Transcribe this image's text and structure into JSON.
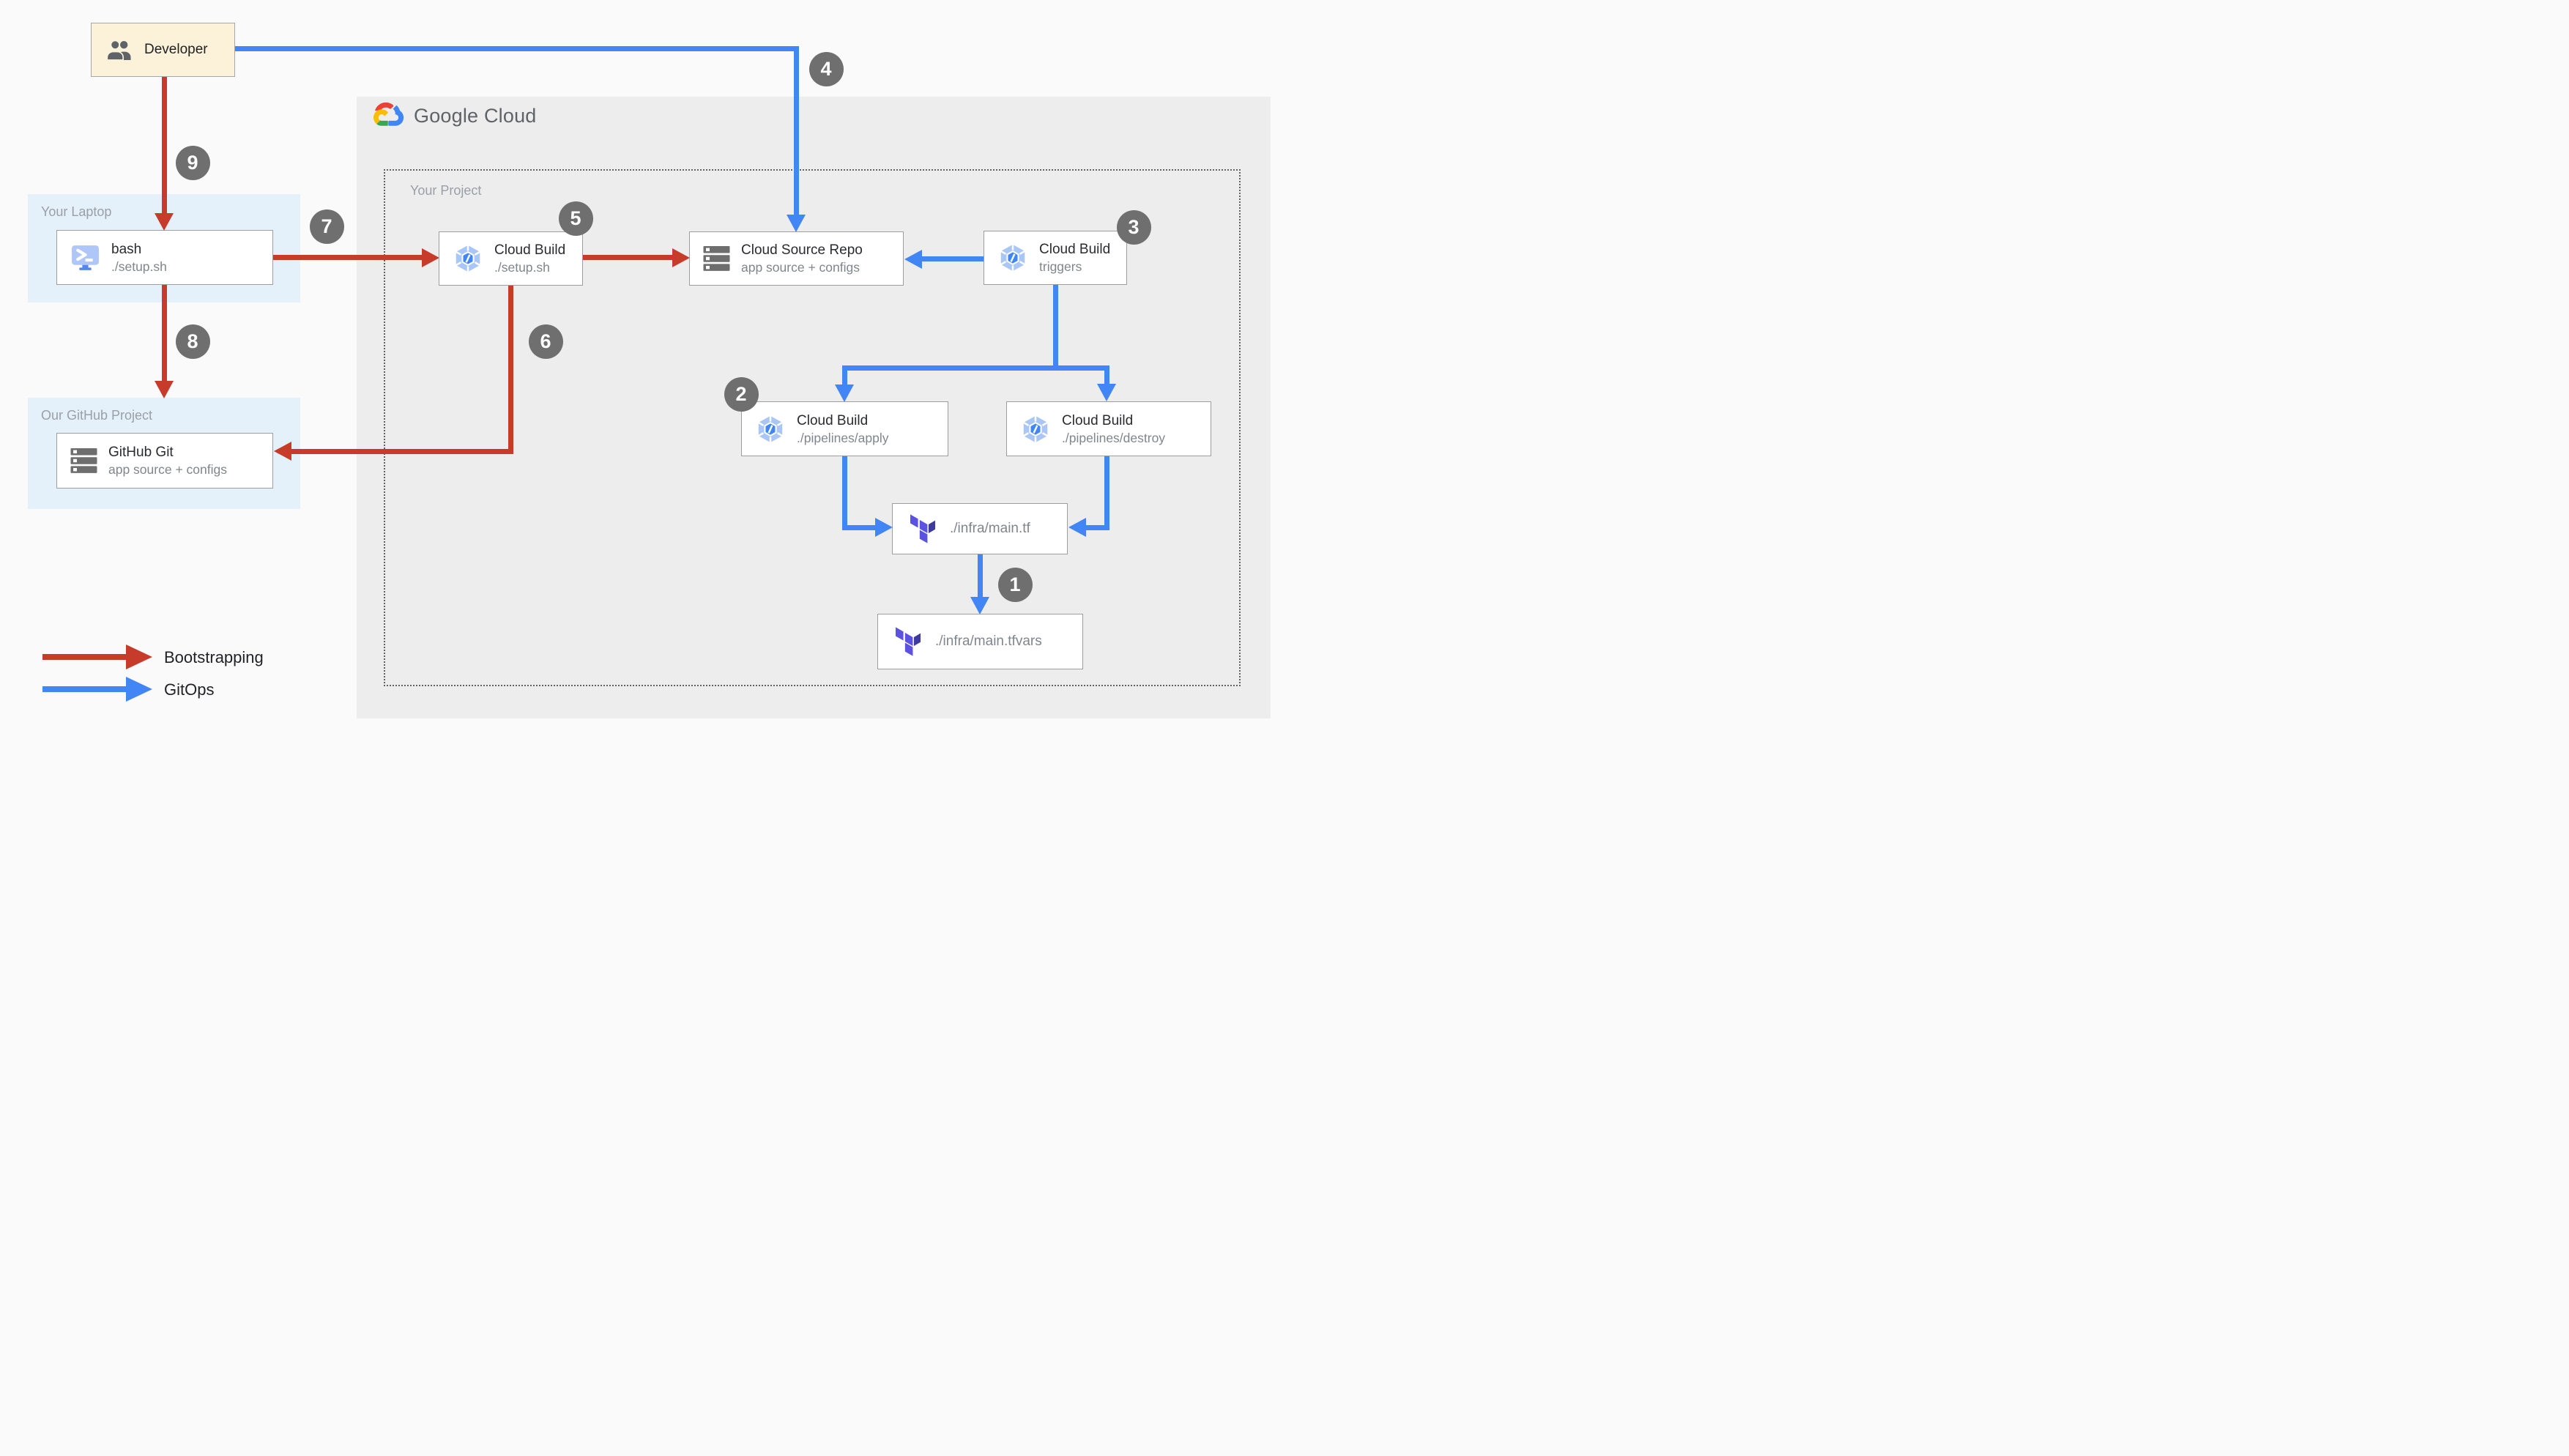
{
  "colors": {
    "bootstrap_red": "#C73B2B",
    "gitops_blue": "#4285F4",
    "badge_gray": "#6F6F6F",
    "panel_gray": "#EDEDED",
    "zone_blue": "#E4F0FA",
    "developer_fill": "#FBF2D9"
  },
  "brand": {
    "wordmark": "Google Cloud"
  },
  "zones": {
    "laptop_label": "Your Laptop",
    "github_label": "Our GitHub Project",
    "project_label": "Your Project"
  },
  "developer": {
    "label": "Developer"
  },
  "nodes": {
    "bash": {
      "title": "bash",
      "subtitle": "./setup.sh"
    },
    "github_git": {
      "title": "GitHub Git",
      "subtitle": "app source + configs"
    },
    "cloud_build_setup": {
      "title": "Cloud Build",
      "subtitle": "./setup.sh"
    },
    "cloud_source_repo": {
      "title": "Cloud Source Repo",
      "subtitle": "app source + configs"
    },
    "cloud_build_triggers": {
      "title": "Cloud Build",
      "subtitle": "triggers"
    },
    "cloud_build_apply": {
      "title": "Cloud Build",
      "subtitle": "./pipelines/apply"
    },
    "cloud_build_destroy": {
      "title": "Cloud Build",
      "subtitle": "./pipelines/destroy"
    },
    "terraform_main": {
      "label": "./infra/main.tf"
    },
    "terraform_tfvars": {
      "label": "./infra/main.tfvars"
    }
  },
  "steps": {
    "s1": "1",
    "s2": "2",
    "s3": "3",
    "s4": "4",
    "s5": "5",
    "s6": "6",
    "s7": "7",
    "s8": "8",
    "s9": "9"
  },
  "legend": {
    "bootstrapping": "Bootstrapping",
    "gitops": "GitOps"
  }
}
